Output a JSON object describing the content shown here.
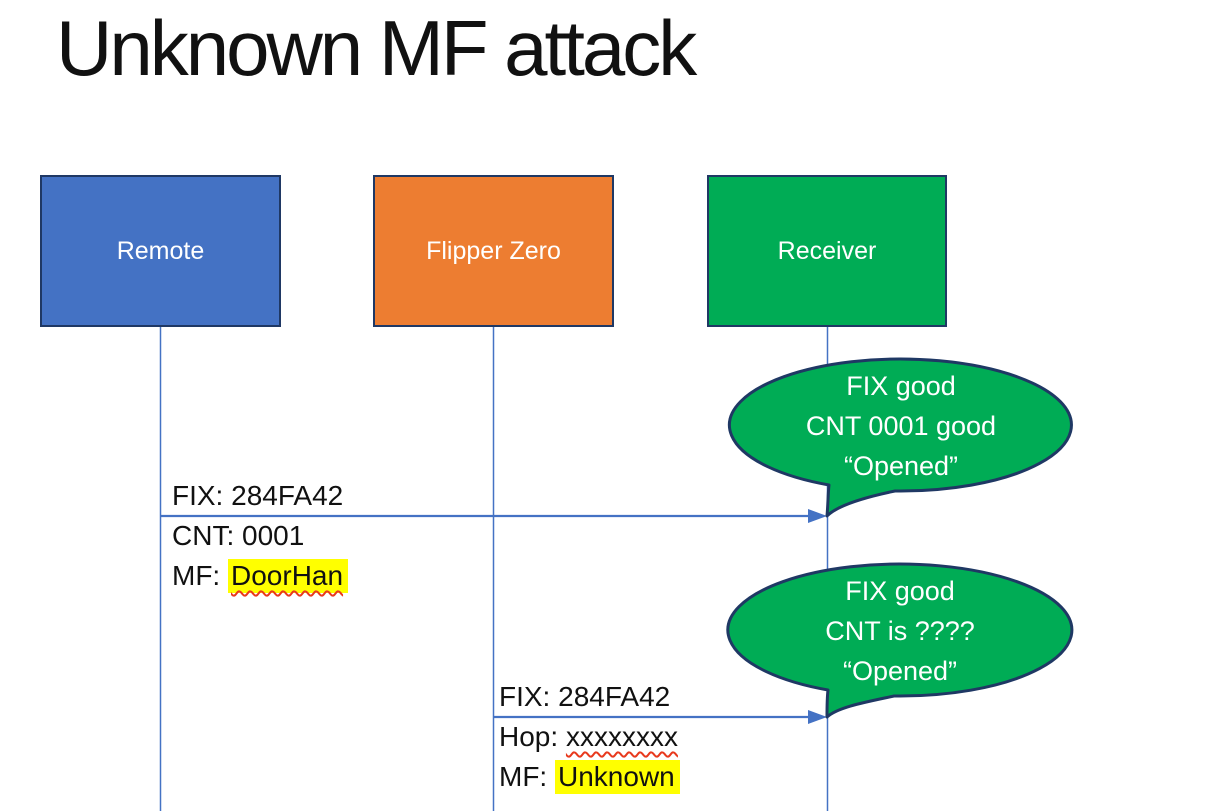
{
  "title": "Unknown MF attack",
  "actors": [
    {
      "id": "remote",
      "label": "Remote",
      "fill": "#4472C4"
    },
    {
      "id": "flipper-zero",
      "label": "Flipper Zero",
      "fill": "#ED7D31"
    },
    {
      "id": "receiver",
      "label": "Receiver",
      "fill": "#00AC55"
    }
  ],
  "colors": {
    "actor_border": "#1F3864",
    "lifeline": "#4472C4",
    "arrow": "#4472C4",
    "callout_fill": "#00AC55",
    "callout_border": "#1F3864",
    "highlight": "#FFFF00",
    "spellcheck_squiggle": "#E8391D",
    "text": "#111111",
    "callout_text": "#FFFFFF"
  },
  "messages": [
    {
      "from": "Remote",
      "to": "Receiver",
      "above": "FIX: 284FA42",
      "line2_label": "CNT:",
      "line2_value": "0001",
      "line3_label": "MF:",
      "line3_value": "DoorHan"
    },
    {
      "from": "Flipper Zero",
      "to": "Receiver",
      "above": "FIX: 284FA42",
      "line2_label": "Hop:",
      "line2_value": "xxxxxxxx",
      "line3_label": "MF:",
      "line3_value": "Unknown"
    }
  ],
  "callouts": [
    {
      "lines": [
        "FIX good",
        "CNT 0001 good",
        "“Opened”"
      ]
    },
    {
      "lines": [
        "FIX good",
        "CNT is ????",
        "“Opened”"
      ]
    }
  ]
}
